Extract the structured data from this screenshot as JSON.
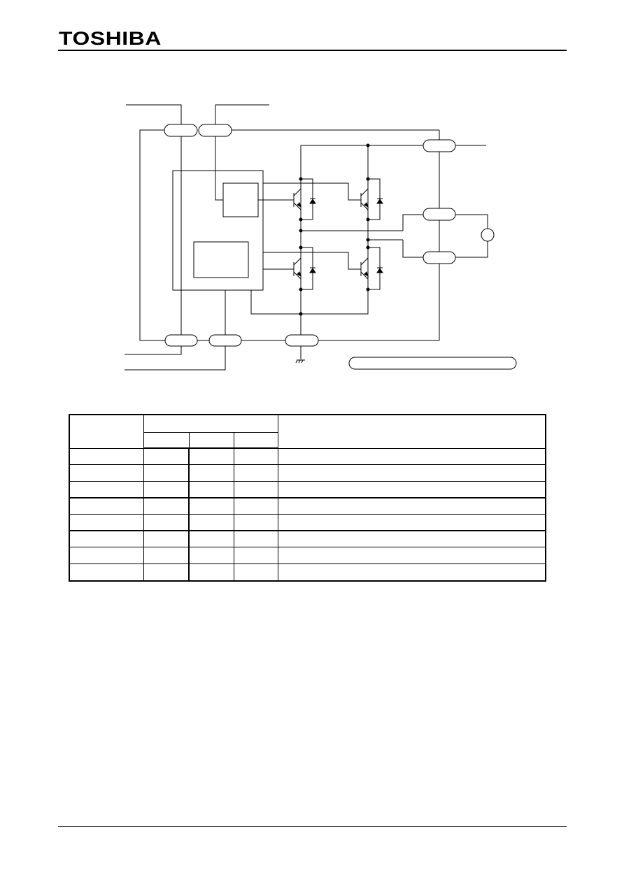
{
  "header": {
    "logo_text": "TOSHIBA"
  },
  "schematic": {
    "line_color": "#000000"
  },
  "pin_table": {
    "column_count": 5,
    "body_rows": 8
  }
}
